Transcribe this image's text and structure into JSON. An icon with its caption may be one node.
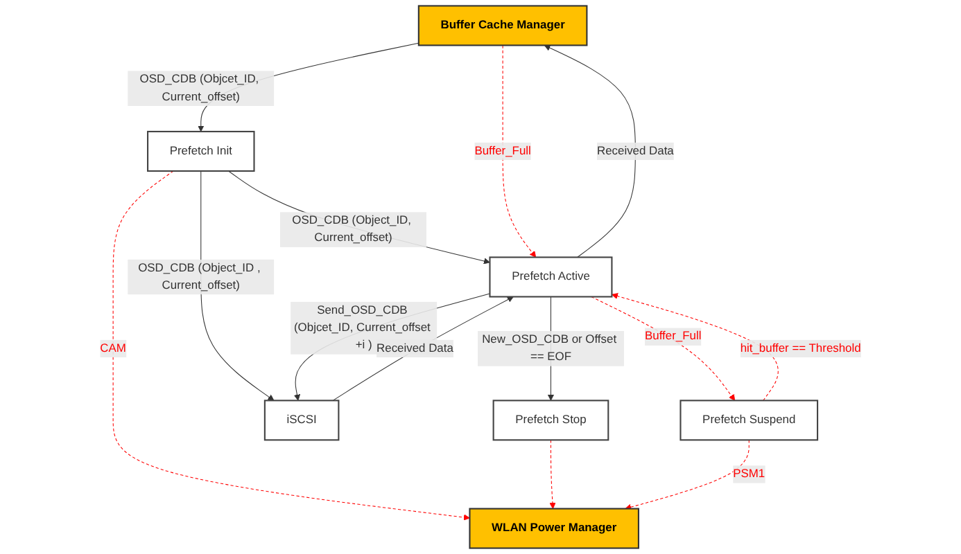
{
  "diagram": {
    "nodes": [
      {
        "text": [
          "Buffer Cache Manager"
        ]
      },
      {
        "text": [
          "Prefetch Init"
        ]
      },
      {
        "text": [
          "Prefetch Active"
        ]
      },
      {
        "text": [
          "Prefetch Suspend"
        ]
      },
      {
        "text": [
          "iSCSI"
        ]
      },
      {
        "text": [
          "Prefetch Stop"
        ]
      },
      {
        "text": [
          "WLAN Power Manager"
        ]
      }
    ],
    "edges": [
      {
        "from": 0,
        "to": 1,
        "arrow": "to",
        "label": "OSD_CDB (Objcet_ID, Current_offset)"
      },
      {
        "from": 1,
        "to": 2,
        "arrow": "to",
        "label": "OSD_CDB (Object_ID, Current_offset)"
      },
      {
        "from": 2,
        "to": 0,
        "arrow": "to",
        "label": "Received Data"
      },
      {
        "from": 0,
        "to": 2,
        "arrow": "to",
        "label": "Buffer_Full",
        "style": "dashed",
        "color": "#ff0000"
      },
      {
        "from": 2,
        "to": 3,
        "arrow": "to",
        "label": "Buffer_Full",
        "style": "dashed",
        "color": "#ff0000"
      },
      {
        "from": 3,
        "to": 2,
        "arrow": "to",
        "label": "hit_buffer == Threshold",
        "style": "dashed",
        "color": "#ff0000"
      },
      {
        "from": 1,
        "to": 4,
        "arrow": "to",
        "label": "OSD_CDB (Object_ID , Current_offset)"
      },
      {
        "from": 2,
        "to": 4,
        "arrow": "to",
        "label": "Send_OSD_CDB (Objcet_ID, Current_offset +i )"
      },
      {
        "from": 4,
        "to": 2,
        "arrow": "to",
        "label": "Received Data"
      },
      {
        "from": 2,
        "to": 5,
        "arrow": "to",
        "label": "New_OSD_CDB or Offset == EOF"
      },
      {
        "from": 1,
        "to": 6,
        "arrow": "to",
        "label": "CAM",
        "style": "dashed",
        "color": "#ff0000"
      },
      {
        "from": 5,
        "to": 6,
        "arrow": "to",
        "style": "dashed",
        "color": "#ff0000"
      },
      {
        "from": 3,
        "to": 6,
        "arrow": "to",
        "label": "PSM1",
        "style": "dashed",
        "color": "#ff0000"
      }
    ]
  }
}
